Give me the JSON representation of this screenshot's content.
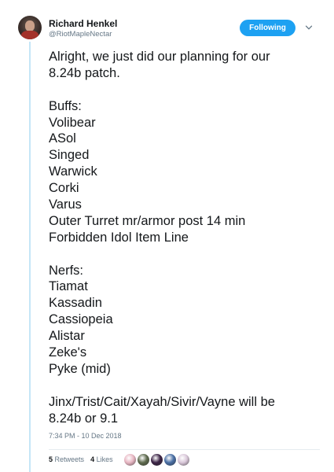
{
  "author": {
    "display_name": "Richard Henkel",
    "handle": "@RiotMapleNectar",
    "avatar_icon": "avatar-photo"
  },
  "follow_button": {
    "label": "Following",
    "color": "#1da1f2"
  },
  "menu_icon": "chevron-down-icon",
  "tweet": {
    "lines": [
      "Alright, we just did our planning for our",
      "8.24b patch.",
      "",
      "Buffs:",
      "Volibear",
      "ASol",
      "Singed",
      "Warwick",
      "Corki",
      "Varus",
      "Outer Turret mr/armor post 14 min",
      "Forbidden Idol Item Line",
      "",
      "Nerfs:",
      "Tiamat",
      "Kassadin",
      "Cassiopeia",
      "Alistar",
      "Zeke's",
      "Pyke (mid)",
      "",
      "Jinx/Trist/Cait/Xayah/Sivir/Vayne will be",
      "8.24b or 9.1"
    ]
  },
  "timestamp": "7:34 PM - 10 Dec 2018",
  "stats": {
    "retweets_count": "5",
    "retweets_label": "Retweets",
    "likes_count": "4",
    "likes_label": "Likes"
  },
  "likers": [
    {
      "name": "liker-avatar-1",
      "color": "#e8b7c3"
    },
    {
      "name": "liker-avatar-2",
      "color": "#5f6b4e"
    },
    {
      "name": "liker-avatar-3",
      "color": "#3b2345"
    },
    {
      "name": "liker-avatar-4",
      "color": "#4a6fa5"
    },
    {
      "name": "liker-avatar-5",
      "color": "#d9c7d9"
    }
  ],
  "colors": {
    "text": "#14171a",
    "muted": "#657786",
    "thread_line": "#c5e6f7",
    "divider": "#e6ecf0"
  }
}
